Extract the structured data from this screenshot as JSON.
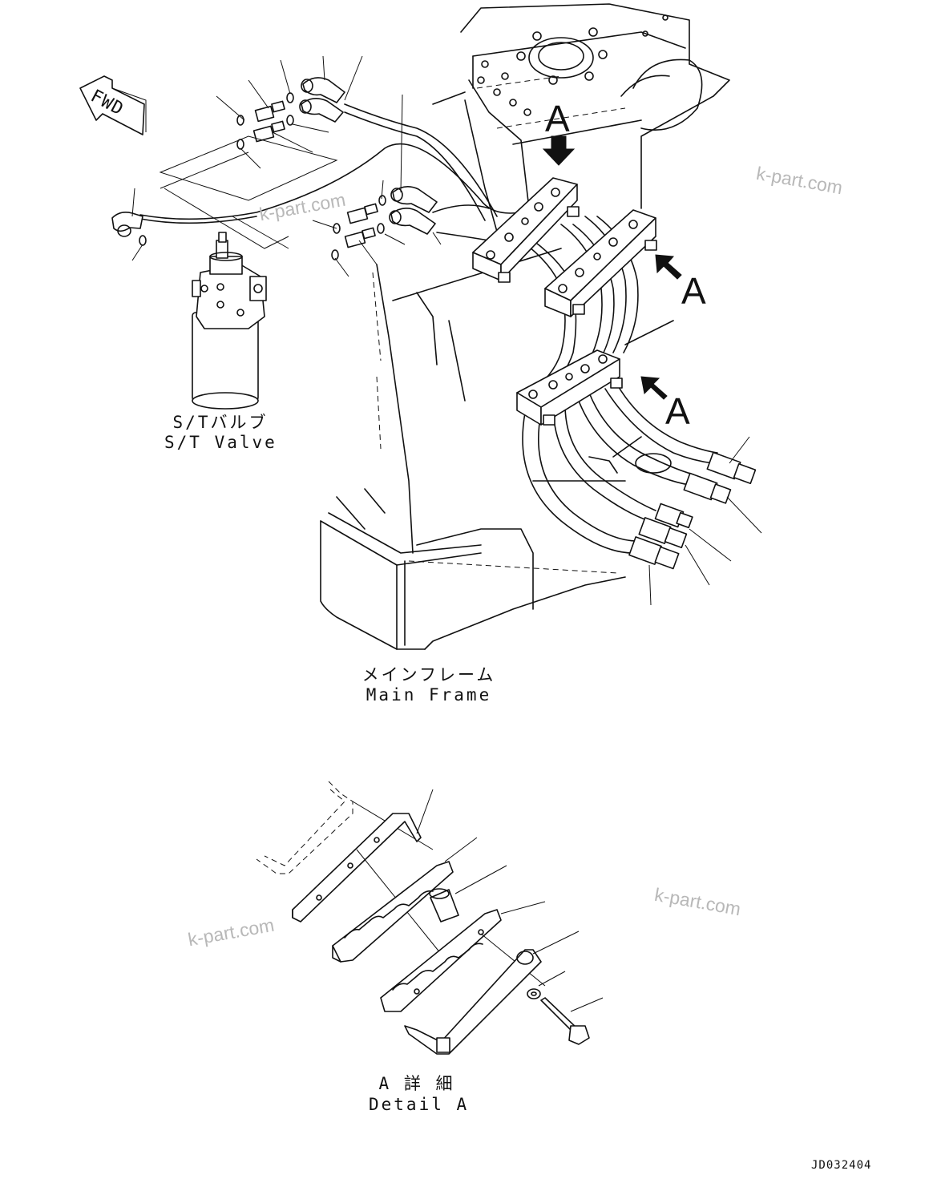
{
  "fwd_label": "FWD",
  "callout_letter": "A",
  "labels": {
    "st_valve_jp": "S/Tバルブ",
    "st_valve_en": "S/T Valve",
    "main_frame_jp": "メインフレーム",
    "main_frame_en": "Main Frame",
    "detail_jp": "A 詳 細",
    "detail_en": "Detail A"
  },
  "watermark": "k-part.com",
  "drawing_code": "JD032404",
  "colors": {
    "line": "#111111",
    "watermark": "#b8b8b8"
  }
}
